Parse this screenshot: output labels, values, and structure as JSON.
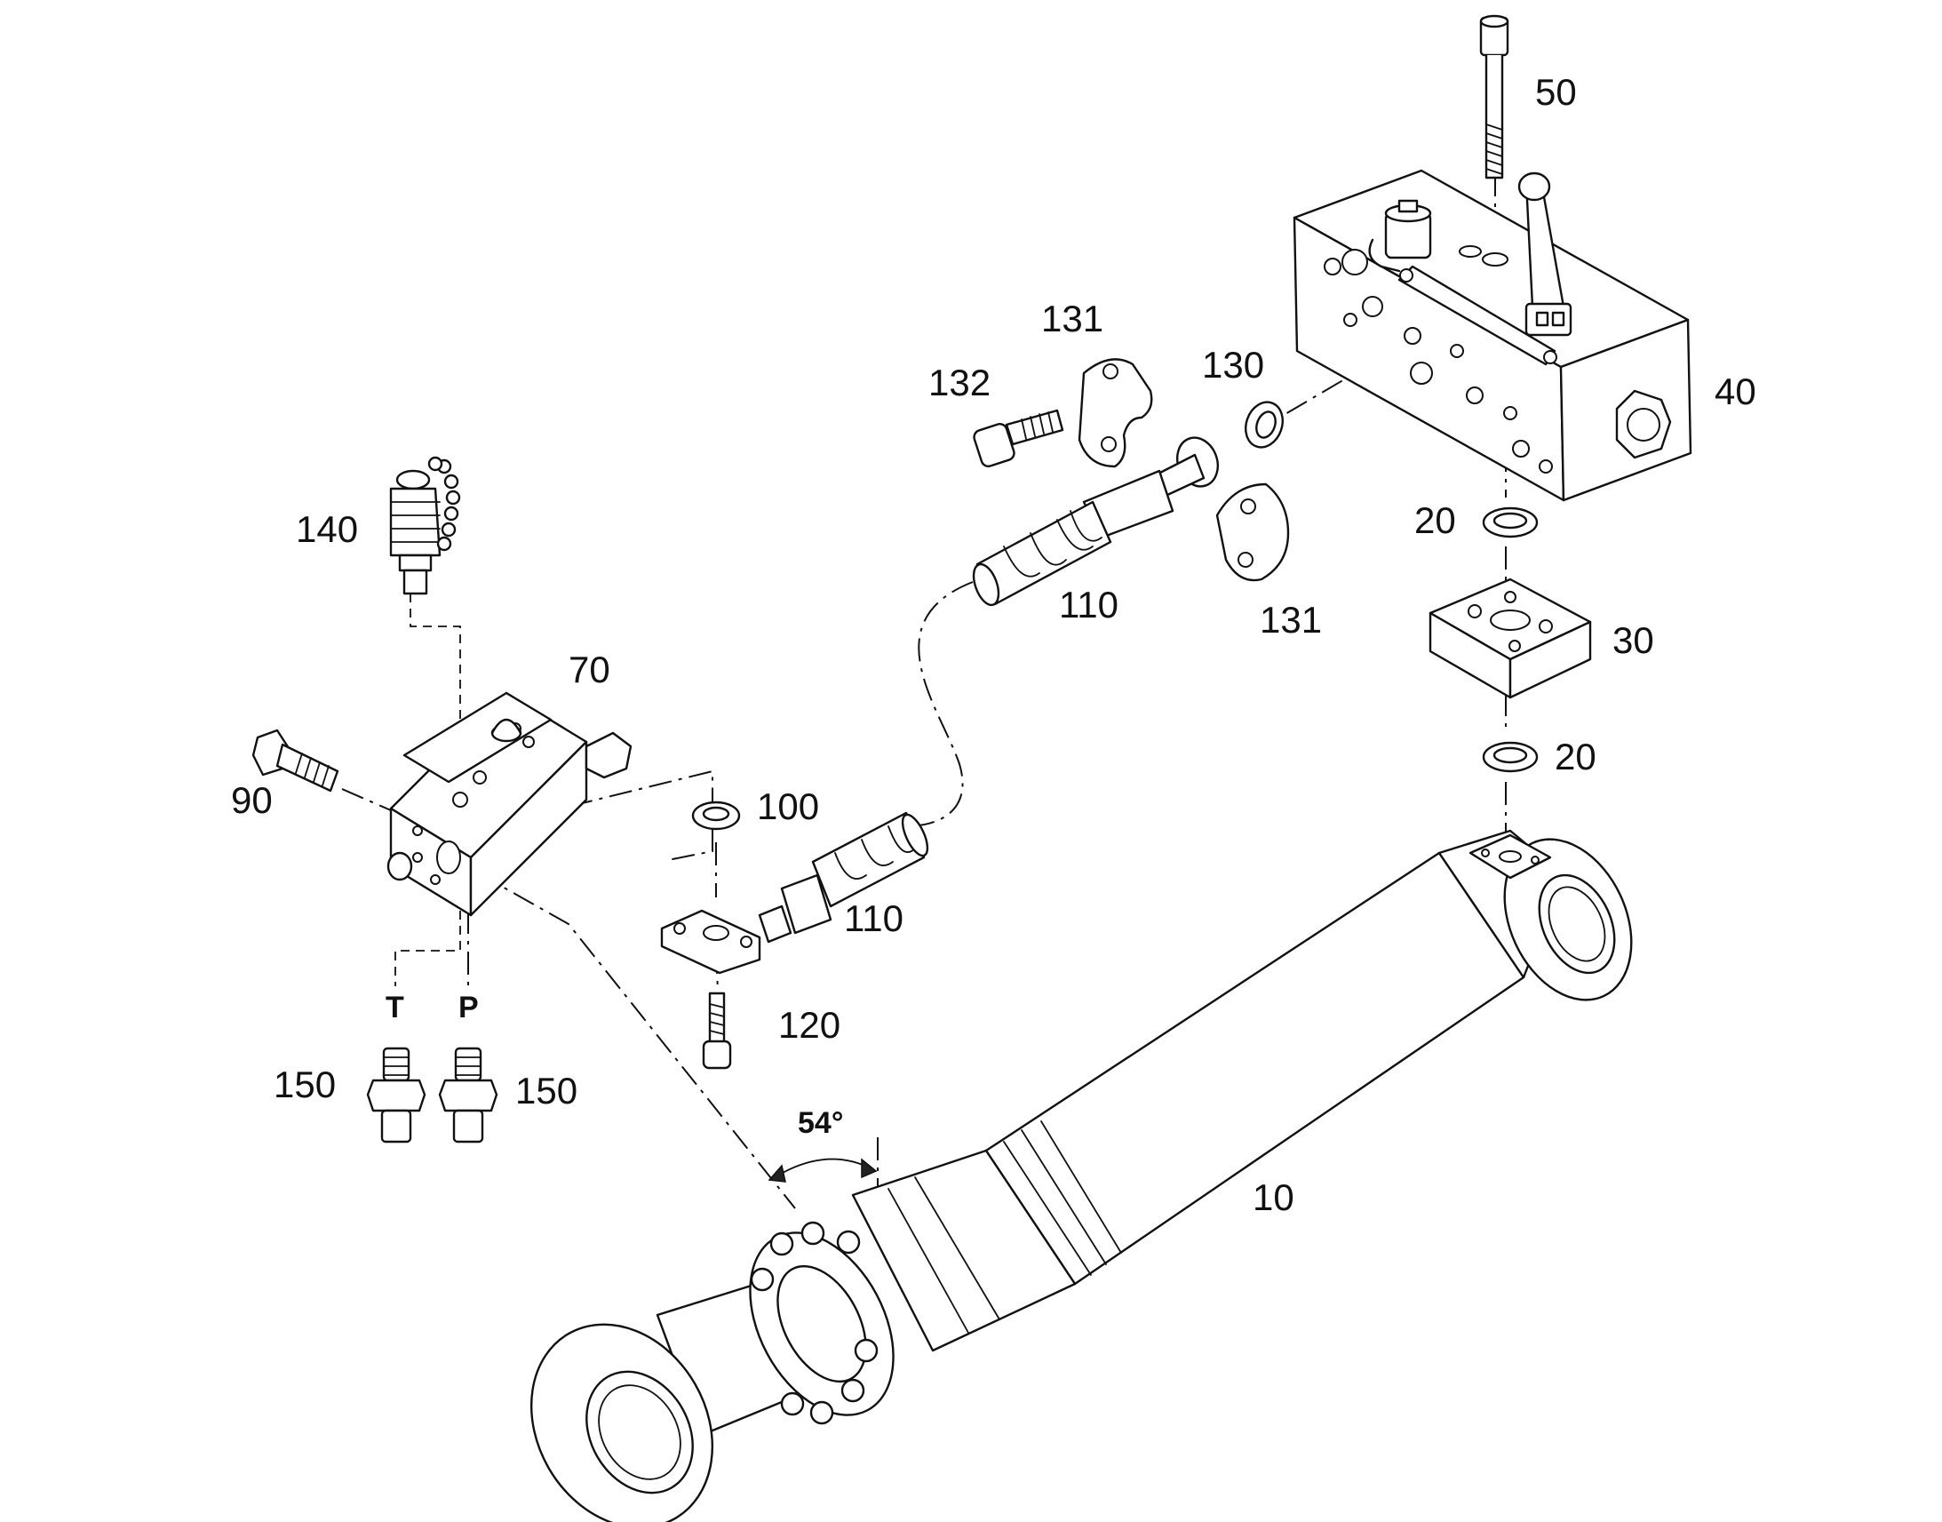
{
  "labels": {
    "p10": "10",
    "p20a": "20",
    "p20b": "20",
    "p30": "30",
    "p40": "40",
    "p50": "50",
    "p70": "70",
    "p90": "90",
    "p100": "100",
    "p110a": "110",
    "p110b": "110",
    "p120": "120",
    "p130": "130",
    "p131a": "131",
    "p131b": "131",
    "p132": "132",
    "p140": "140",
    "p150a": "150",
    "p150b": "150",
    "port_t": "T",
    "port_p": "P",
    "angle": "54°"
  },
  "colors": {
    "line": "#111111",
    "background": "#ffffff"
  }
}
